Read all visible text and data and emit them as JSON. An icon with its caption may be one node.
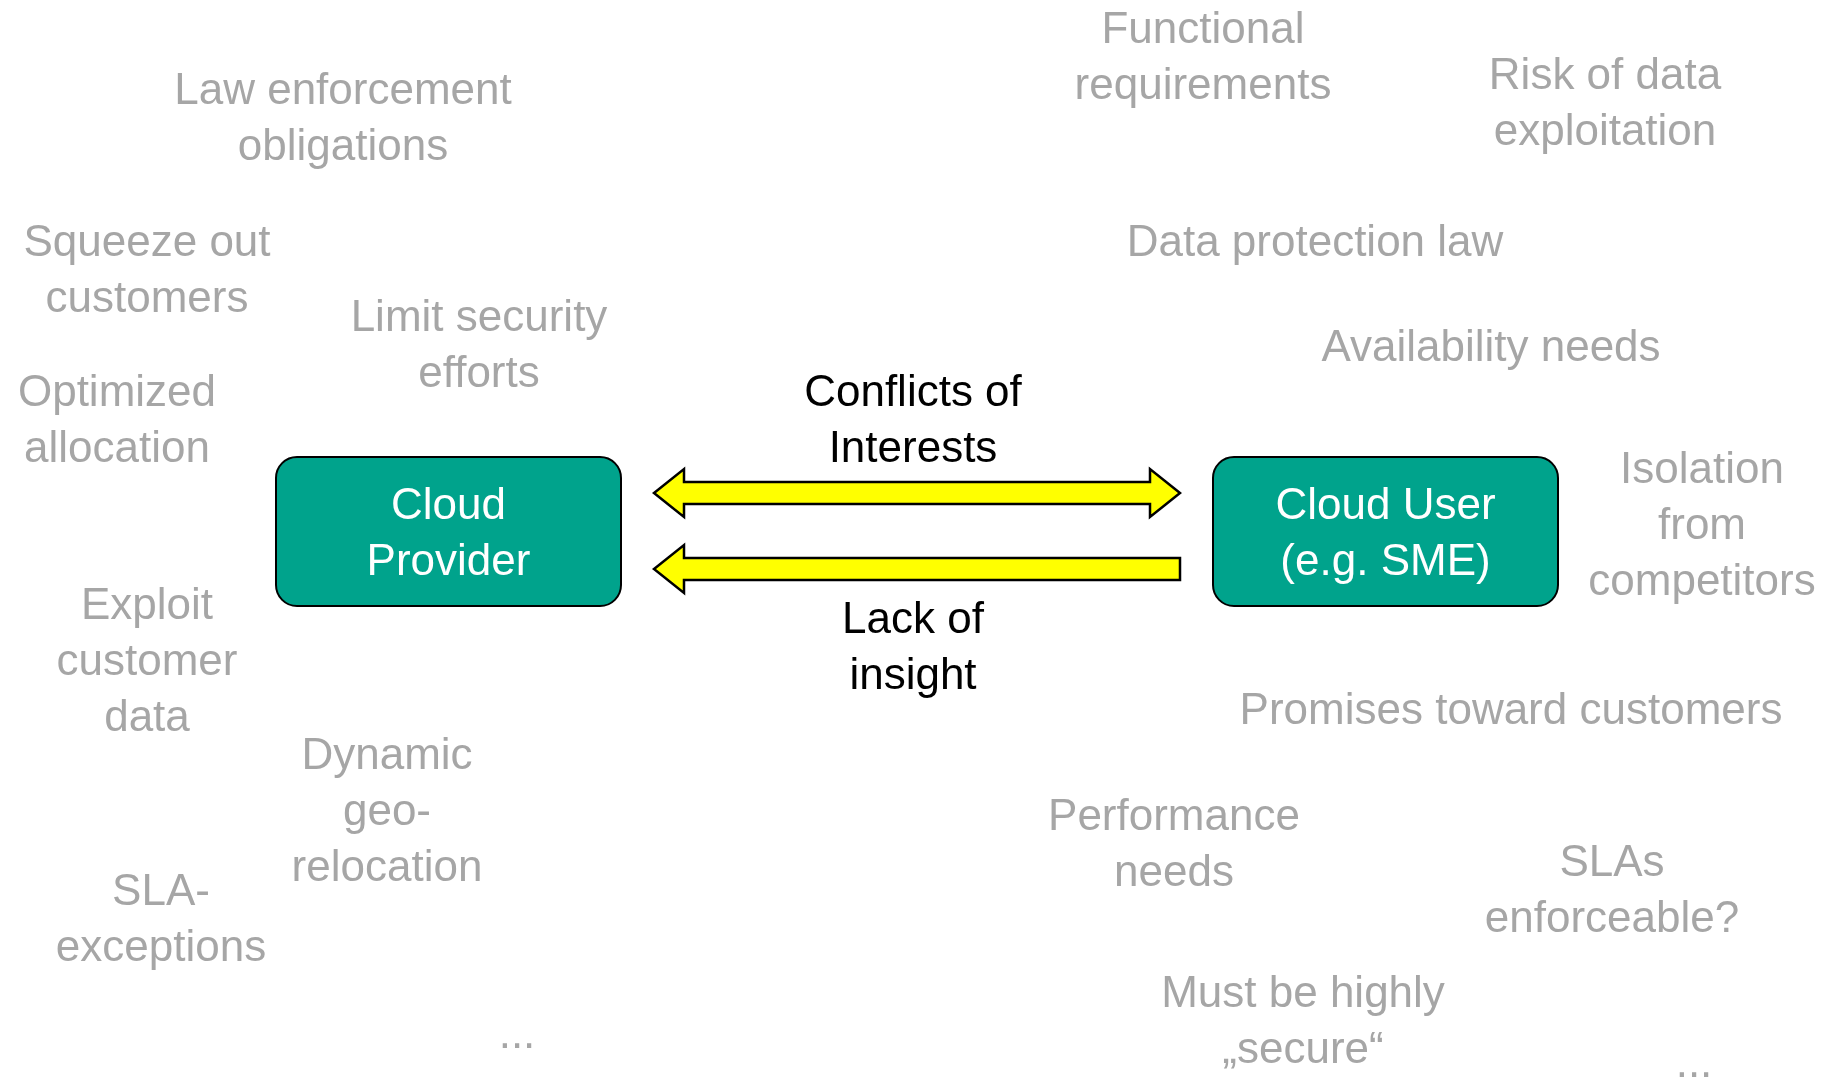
{
  "diagram": {
    "nodes": [
      {
        "text": [
          "Cloud Provider"
        ]
      },
      {
        "text": [
          "Cloud User (e.g. SME)"
        ]
      }
    ],
    "edges": [
      {
        "from": 0,
        "to": 1,
        "arrow": "both",
        "label": "Conflicts of Interests"
      },
      {
        "from": 1,
        "to": 0,
        "arrow": "to",
        "label": "Lack of insight"
      }
    ],
    "labels": [
      "Functional requirements",
      "Law enforcement obligations",
      "Risk of data exploitation",
      "Data protection law",
      "Squeeze out customers",
      "Limit security efforts",
      "Availability needs",
      "Optimized allocation",
      "Isolation from competitors",
      "Exploit customer data",
      "Promises toward customers",
      "Dynamic geo-relocation",
      "Performance needs",
      "SLAs enforceable?",
      "SLA-exceptions",
      "Must be highly „secure“",
      "...",
      "..."
    ]
  }
}
